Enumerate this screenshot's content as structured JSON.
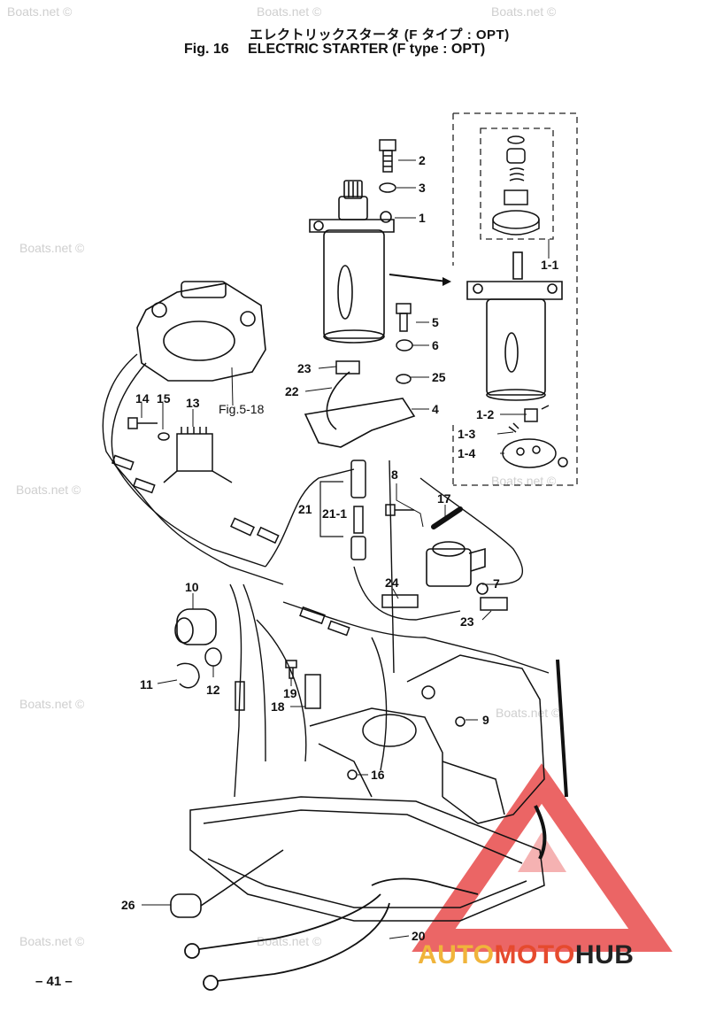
{
  "header": {
    "title_jp": "エレクトリックスタータ (F タイプ : OPT)",
    "fig_label": "Fig. 16",
    "title_en": "ELECTRIC STARTER (F type : OPT)"
  },
  "page_number": "– 41 –",
  "watermark_text": "Boats.net ©",
  "brand": {
    "part1": "AUTO",
    "part2": "MOTO",
    "part3": "HUB",
    "colors": {
      "auto": "#f0b43b",
      "moto": "#e64a2e",
      "hub": "#222222",
      "triangle": "#e84b4b"
    }
  },
  "callouts": {
    "c1": "1",
    "c1_1": "1-1",
    "c1_2": "1-2",
    "c1_3": "1-3",
    "c1_4": "1-4",
    "c2": "2",
    "c3": "3",
    "c4": "4",
    "c5": "5",
    "c6": "6",
    "c7": "7",
    "c8": "8",
    "c9": "9",
    "c10": "10",
    "c11": "11",
    "c12": "12",
    "c13": "13",
    "c14": "14",
    "c15": "15",
    "c16": "16",
    "c17": "17",
    "c18": "18",
    "c19": "19",
    "c20": "20",
    "c21": "21",
    "c21_1": "21-1",
    "c22": "22",
    "c23a": "23",
    "c23b": "23",
    "c24": "24",
    "c25": "25",
    "c26": "26"
  },
  "fig_reference": "Fig.5-18"
}
